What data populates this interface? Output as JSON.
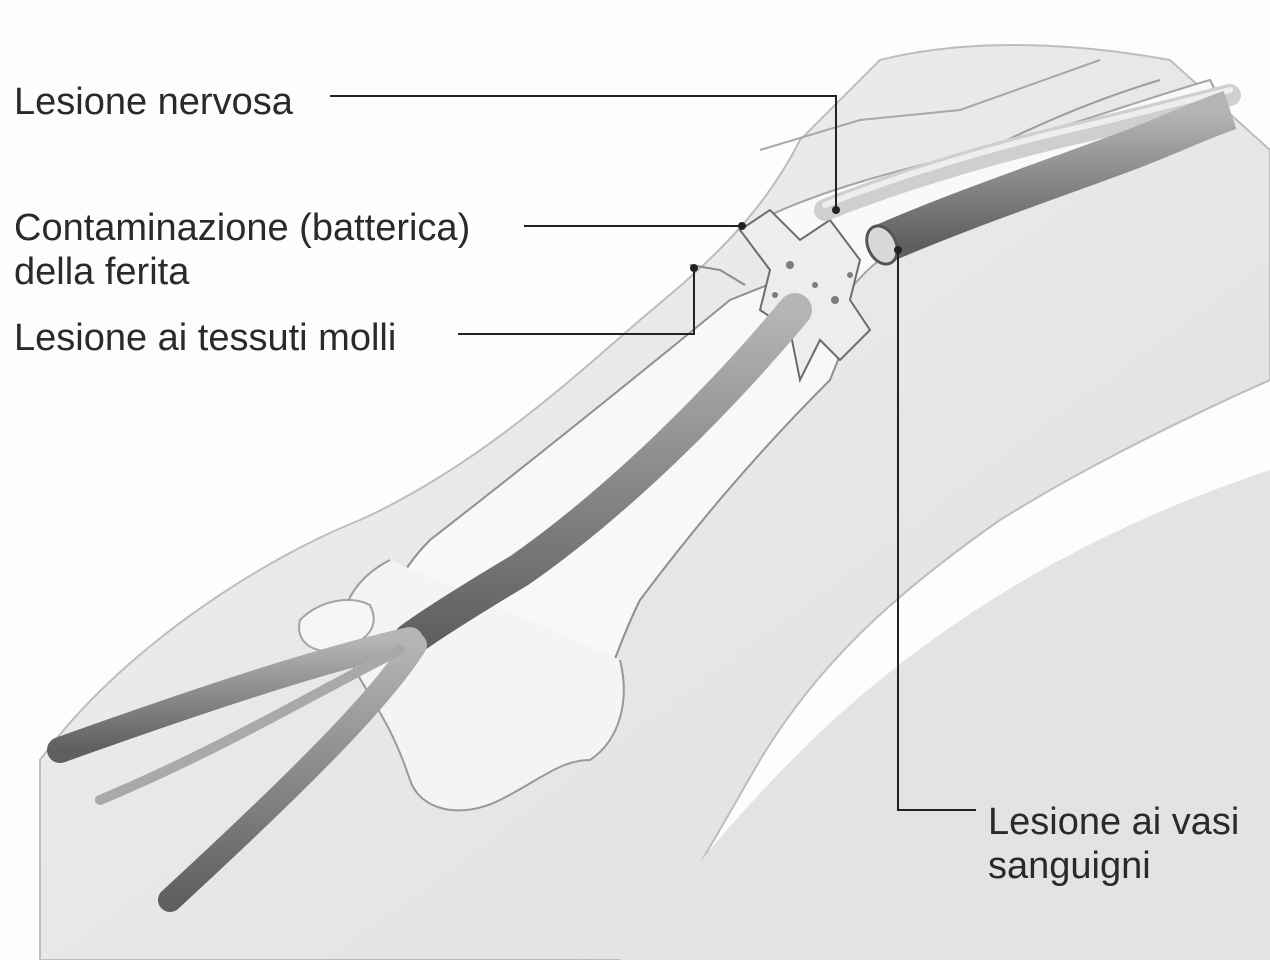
{
  "labels": {
    "nerve_injury": "Lesione nervosa",
    "contamination_line1": "Contaminazione (batterica)",
    "contamination_line2": "della ferita",
    "soft_tissue_injury": "Lesione ai tessuti molli",
    "vessel_injury_line1": "Lesione ai vasi",
    "vessel_injury_line2": "sanguigni"
  },
  "colors": {
    "skin": "#ececec",
    "skin_shadow": "#d9d9d9",
    "bone": "#f7f7f7",
    "vessel": "#9a9a9a",
    "vessel_dark": "#6f6f6f",
    "leader_line": "#222222",
    "text": "#2a2a2a"
  }
}
